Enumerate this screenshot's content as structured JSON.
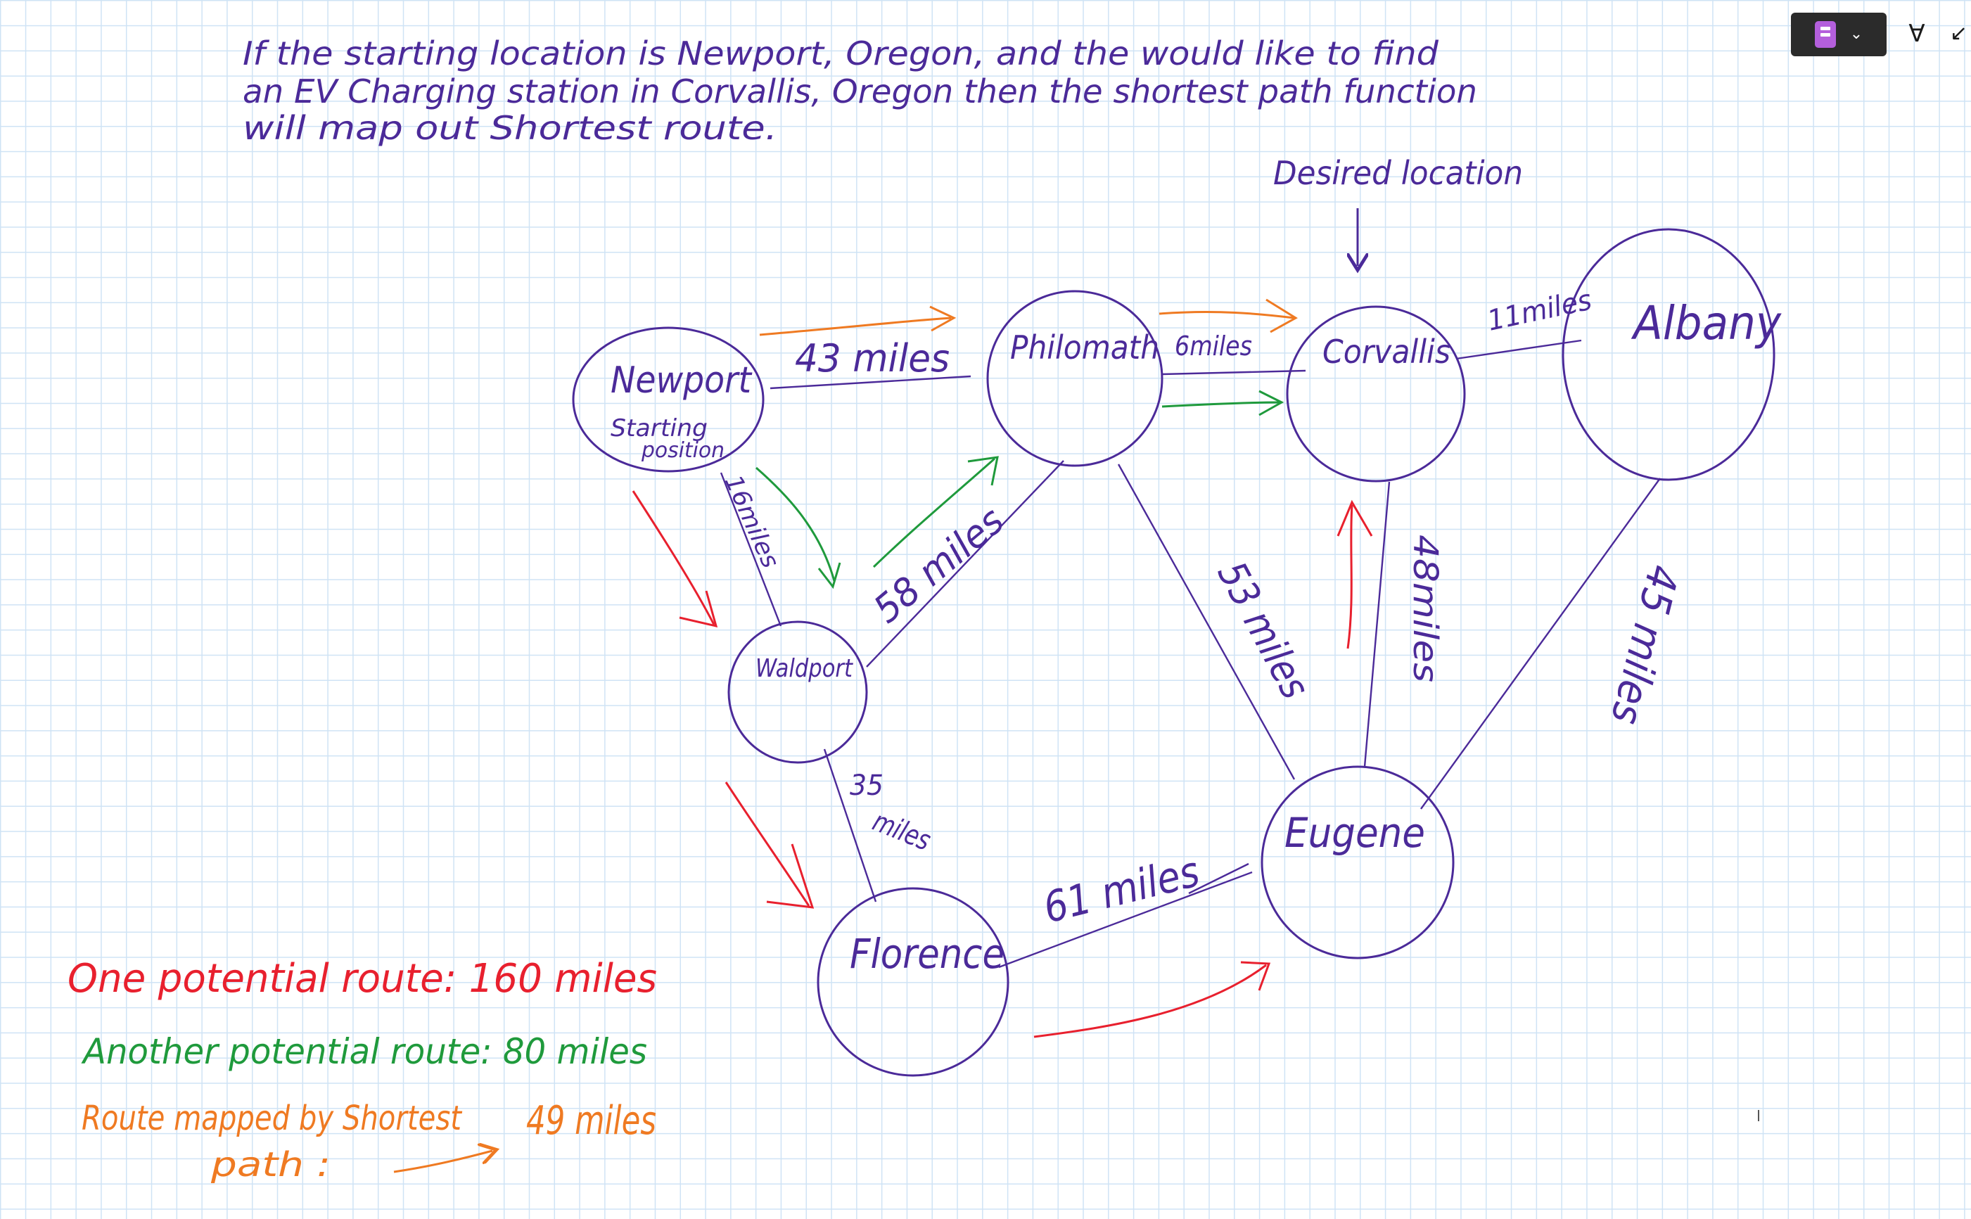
{
  "header_note": {
    "line1": "If the starting location is Newport, Oregon, and the would like to find",
    "line2": "an EV Charging station in Corvallis, Oregon then the shortest path function",
    "line3": "will map out Shortest route."
  },
  "destination_label": "Desired location",
  "nodes": {
    "newport": {
      "name": "Newport",
      "sub1": "Starting",
      "sub2": "position"
    },
    "waldport": {
      "name": "Waldport"
    },
    "philomath": {
      "name": "Philomath"
    },
    "corvallis": {
      "name": "Corvallis"
    },
    "albany": {
      "name": "Albany"
    },
    "eugene": {
      "name": "Eugene"
    },
    "florence": {
      "name": "Florence"
    }
  },
  "edges": {
    "newport_philomath": "43 miles",
    "newport_waldport": "16miles",
    "waldport_philomath": "58 miles",
    "philomath_corvallis": "6miles",
    "corvallis_albany": "11miles",
    "philomath_eugene": "53 miles",
    "corvallis_eugene": "48miles",
    "albany_eugene": "45 miles",
    "waldport_florence_top": "35",
    "waldport_florence_bottom": "miles",
    "florence_eugene": "61 miles"
  },
  "legend": {
    "red": {
      "text": "One potential route: 160 miles",
      "color": "#e8202e"
    },
    "green": {
      "text": "Another potential route: 80 miles",
      "color": "#1f9a3c"
    },
    "orange_line1": "Route mapped by Shortest",
    "orange_line2": "path :",
    "orange_value": "49 miles",
    "orange_color": "#ef7a22"
  },
  "colors": {
    "ink": "#4b2a99",
    "red": "#e8202e",
    "green": "#1f9a3c",
    "orange": "#ef7a22",
    "grid": "#cfe3f5",
    "toolbar_bg": "#2b2b2b",
    "notebook_icon": "#b45fdc"
  },
  "toolbar": {
    "icons": [
      "notebook-icon",
      "chevron-down-icon",
      "pen-icon",
      "collapse-icon"
    ],
    "chevron": "⌄",
    "pen": "∀",
    "collapse": "↙"
  }
}
